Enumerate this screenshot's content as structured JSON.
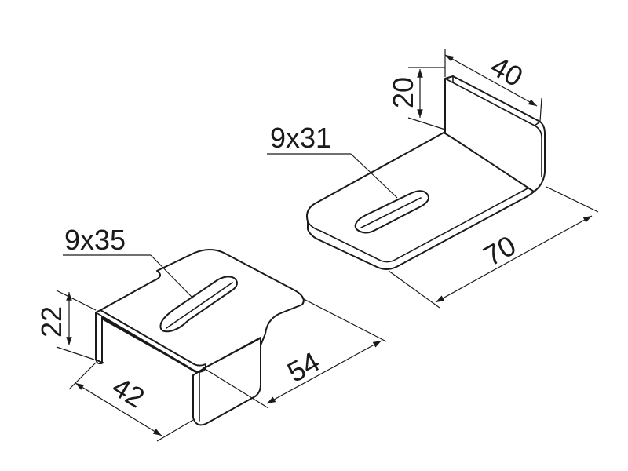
{
  "right_bracket": {
    "width_label": "40",
    "height_label": "20",
    "slot_label": "9x31",
    "length_label": "70"
  },
  "left_bracket": {
    "slot_label": "9x35",
    "height_label": "22",
    "length_label": "54",
    "width_label": "42"
  }
}
